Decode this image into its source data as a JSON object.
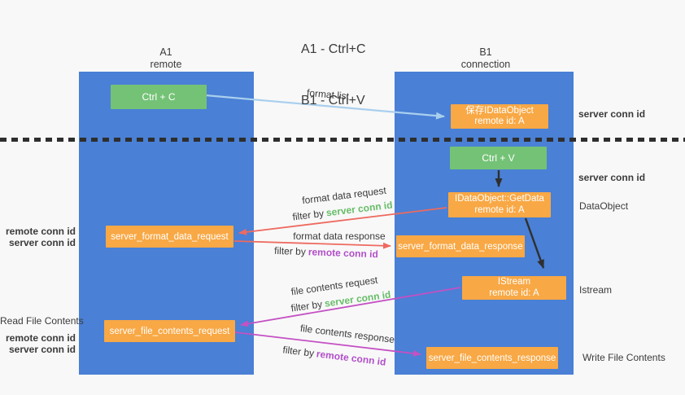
{
  "title": {
    "line1": "A1 - Ctrl+C",
    "line2": "B1 - Ctrl+V"
  },
  "lifelines": {
    "a1": {
      "name": "A1",
      "role": "remote"
    },
    "b1": {
      "name": "B1",
      "role": "connection"
    }
  },
  "nodes": {
    "ctrl_c": {
      "label": "Ctrl + C"
    },
    "save_idataobject": {
      "line1": "保存IDataObject",
      "line2": "remote id: A"
    },
    "ctrl_v": {
      "label": "Ctrl + V"
    },
    "getdata": {
      "line1": "IDataObject::GetData",
      "line2": "remote id: A"
    },
    "format_request": {
      "label": "server_format_data_request"
    },
    "format_response": {
      "label": "server_format_data_response"
    },
    "istream": {
      "line1": "IStream",
      "line2": "remote id: A"
    },
    "file_request": {
      "label": "server_file_contents_request"
    },
    "file_response": {
      "label": "server_file_contents_response"
    }
  },
  "flow_labels": {
    "format_list": "format list",
    "format_data_request": "format data request",
    "format_data_response": "format data response",
    "file_contents_request": "file contents request",
    "file_contents_response": "file contents response",
    "filter_by": "filter by",
    "server_conn_id": "server conn id",
    "remote_conn_id": "remote conn id"
  },
  "side_labels": {
    "left": {
      "remote_conn_id_1": "remote conn id",
      "server_conn_id_1": "server conn id",
      "read_file_contents": "Read File Contents",
      "remote_conn_id_2": "remote conn id",
      "server_conn_id_2": "server conn id"
    },
    "right": {
      "server_conn_id_1": "server conn id",
      "server_conn_id_2": "server conn id",
      "dataobject": "DataObject",
      "istream": "Istream",
      "write_file_contents": "Write File Contents"
    }
  },
  "colors": {
    "bg": "#f8f8f8",
    "column-blue": "#4a80d5",
    "box-orange": "#f8a845",
    "box-green": "#74c276",
    "text-dark": "#3b3b3b",
    "green-text": "#67bd68",
    "purple-text": "#b14fc9",
    "arrow-red": "#ee6a5f",
    "arrow-magenta": "#c451c4",
    "arrow-blue": "#a9cfee",
    "arrow-black": "#2f2f2f"
  }
}
